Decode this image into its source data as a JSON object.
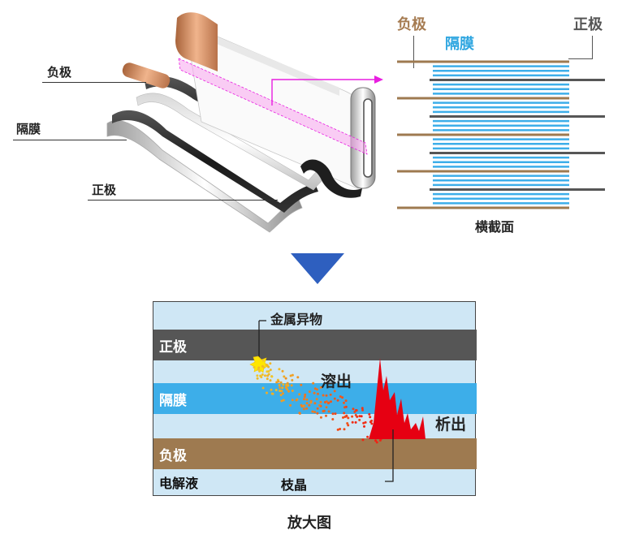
{
  "colors": {
    "copper": "#c98a5f",
    "separator_blue": "#3daee9",
    "electrolyte": "#cfe7f5",
    "positive_dark": "#565656",
    "negative_brown": "#9e7a50",
    "arrow_pink": "#e81ee0",
    "triangle_blue": "#2e5fbf",
    "dendrite_red": "#e60012",
    "metal_yellow": "#ffe600"
  },
  "roll": {
    "labels": {
      "negative": "负极",
      "separator": "隔膜",
      "positive": "正极"
    }
  },
  "cross_section": {
    "labels": {
      "negative": "负极",
      "separator": "隔膜",
      "positive": "正极",
      "title": "横截面"
    }
  },
  "magnified": {
    "layers": {
      "positive": "正极",
      "separator": "隔膜",
      "negative": "负极",
      "electrolyte": "电解液"
    },
    "annotations": {
      "metal_particle": "金属异物",
      "dissolve": "溶出",
      "deposit": "析出",
      "dendrite": "枝晶"
    },
    "caption": "放大图"
  }
}
